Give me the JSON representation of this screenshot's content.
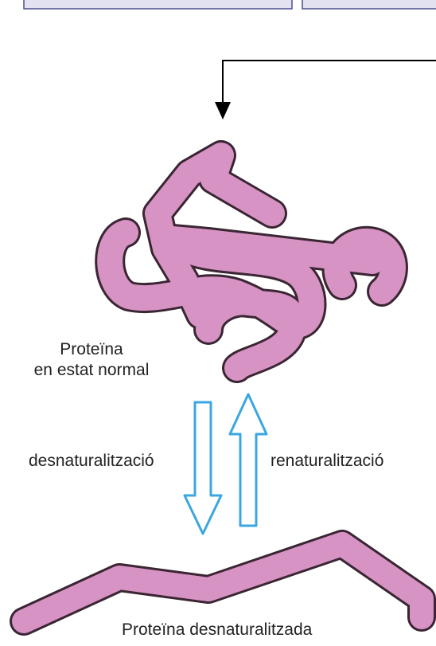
{
  "diagram": {
    "label_normal_line1": "Proteïna",
    "label_normal_line2": "en estat normal",
    "label_denaturation": "desnaturalització",
    "label_renaturation": "renaturalització",
    "label_denatured": "Proteïna desnaturalitzada"
  },
  "colors": {
    "protein_fill": "#d693c3",
    "protein_outline": "#3a2633",
    "arrow_outline": "#3aa7e0",
    "connector": "#000000",
    "top_box_fill": "#e2e2f0",
    "top_box_border": "#4a4f8f"
  }
}
